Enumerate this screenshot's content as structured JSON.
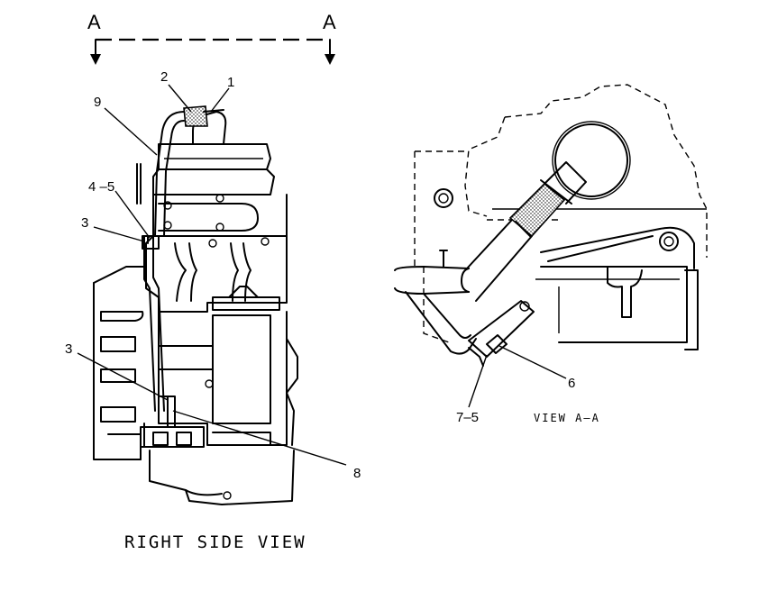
{
  "section_marker": {
    "left_letter": "A",
    "right_letter": "A"
  },
  "callouts": {
    "c1": "1",
    "c2": "2",
    "c9": "9",
    "c4_5": "4 –5",
    "c3_upper": "3",
    "c3_lower": "3",
    "c8": "8",
    "c6": "6",
    "c7_5": "7–5"
  },
  "captions": {
    "right_side_view": "RIGHT SIDE VIEW",
    "view_a_a": "VIEW A–A"
  }
}
